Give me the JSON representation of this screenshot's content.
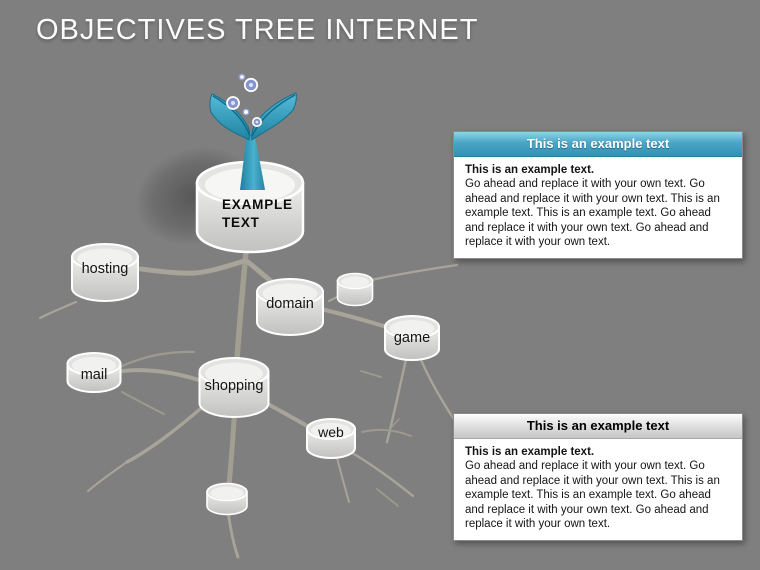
{
  "title": "OBJECTIVES TREE INTERNET",
  "tree": {
    "root": {
      "line1": "EXAMPLE",
      "line2": "TEXT"
    },
    "nodes": {
      "hosting": "hosting",
      "domain": "domain",
      "game": "game",
      "mail": "mail",
      "shopping": "shopping",
      "web": "web"
    }
  },
  "callouts": {
    "top": {
      "header": "This is an example text",
      "body_title": "This is an example text.",
      "body": "Go ahead and replace it with your own text. Go ahead and replace it with your own text. This is an example text. This is an example text. Go ahead and replace it with your own text. Go ahead and replace it with your own text."
    },
    "bottom": {
      "header": "This is an example text",
      "body_title": "This is an example text.",
      "body": "Go ahead and replace it with your own text. Go ahead and replace it with your own text. This is an example text. This is an example text. Go ahead and replace it with your own text. Go ahead and replace it with your own text."
    }
  },
  "colors": {
    "background": "#7f7f7f",
    "branch": "#a8a499",
    "plant_teal": "#2f93b4",
    "bubble_blue": "#8494cc",
    "header_teal": "#3391b4",
    "header_gray": "#d9d9d9",
    "pot_fill": "#dededc",
    "title_text": "#fcfcfc"
  }
}
